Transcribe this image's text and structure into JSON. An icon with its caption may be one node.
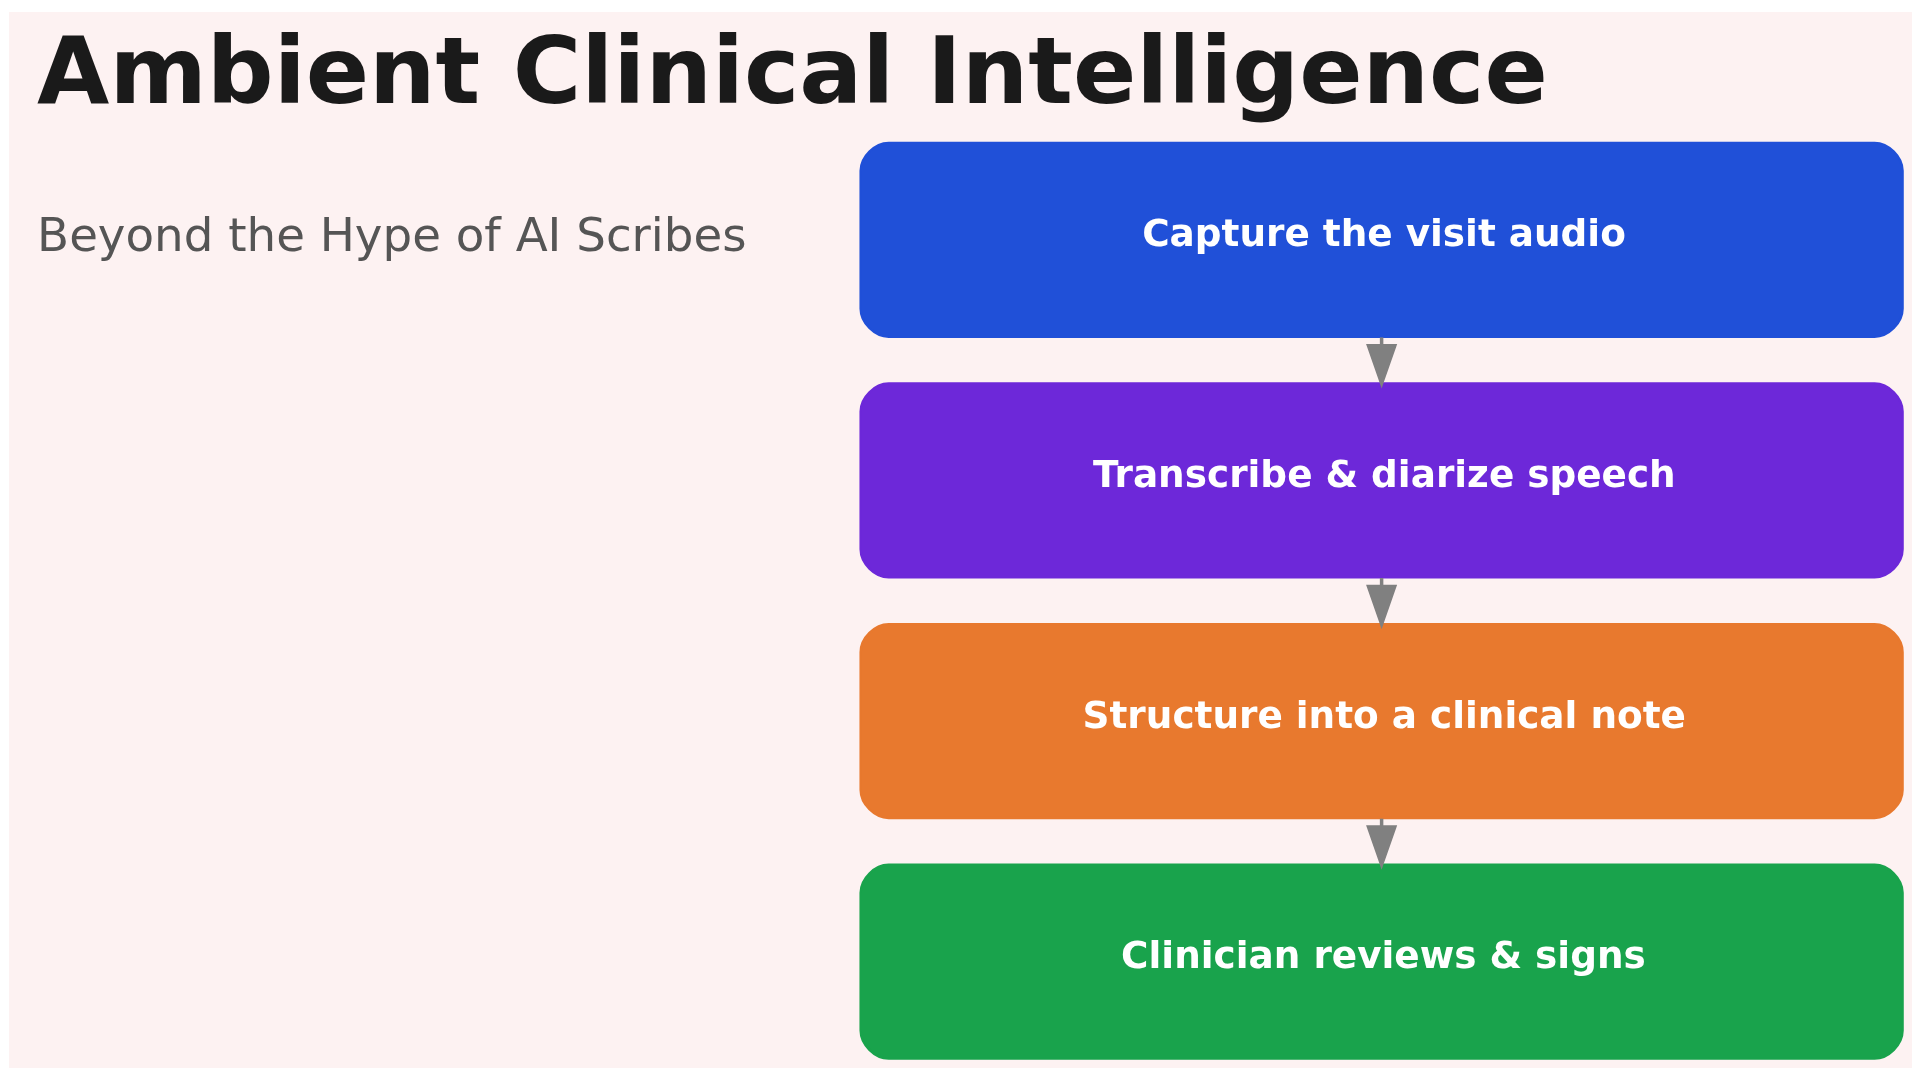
{
  "diagram": {
    "title": "Ambient Clinical Intelligence",
    "nodes": [
      {
        "text": [
          "Capture the visit audio"
        ]
      },
      {
        "text": [
          "Transcribe & diarize speech"
        ]
      },
      {
        "text": [
          "Structure into a clinical note"
        ]
      },
      {
        "text": [
          "Clinician reviews & signs"
        ]
      }
    ],
    "edges": [
      {
        "from": 0,
        "to": 1,
        "arrow": "to"
      },
      {
        "from": 1,
        "to": 2,
        "arrow": "to"
      },
      {
        "from": 2,
        "to": 3,
        "arrow": "to"
      }
    ],
    "labels": [
      "Beyond the Hype of AI Scribes"
    ]
  }
}
